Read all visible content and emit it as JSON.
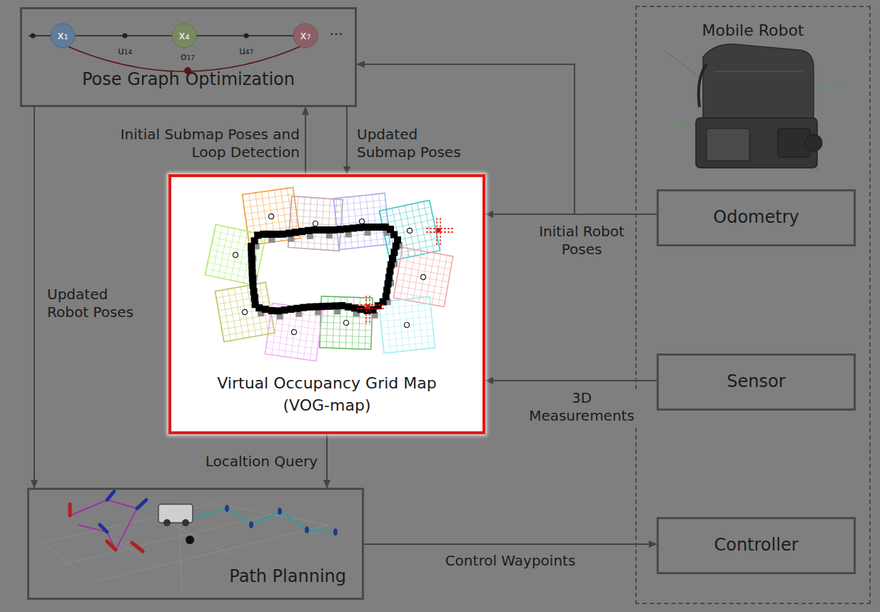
{
  "diagram": {
    "nodes": [
      {
        "text": [
          "Pose Graph Optimization"
        ]
      },
      {
        "text": [
          "Mobile Robot"
        ]
      },
      {
        "text": [
          "Odometry"
        ],
        "in": 1
      },
      {
        "text": [
          "Sensor"
        ],
        "in": 1
      },
      {
        "text": [
          "Controller"
        ],
        "in": 1
      },
      {
        "text": [
          "Virtual Occupancy Grid Map (VOG-map)"
        ]
      },
      {
        "text": [
          "Path Planning"
        ]
      }
    ],
    "edges": [
      {
        "from": 2,
        "to": 5,
        "label": "Initial Robot Poses",
        "arrow": "to"
      },
      {
        "from": 2,
        "to": 0,
        "arrow": "to"
      },
      {
        "from": 3,
        "to": 5,
        "label": "3D Measurements",
        "arrow": "to"
      },
      {
        "from": 5,
        "to": 0,
        "label": "Initial Submap Poses and Loop Detection",
        "arrow": "to"
      },
      {
        "from": 0,
        "to": 5,
        "label": "Updated Submap Poses",
        "arrow": "to"
      },
      {
        "from": 0,
        "to": 6,
        "label": "Updated Robot Poses",
        "arrow": "to"
      },
      {
        "from": 5,
        "to": 6,
        "label": "Localtion Query",
        "arrow": "to"
      },
      {
        "from": 6,
        "to": 4,
        "label": "Control Waypoints",
        "arrow": "to"
      }
    ],
    "labels": [
      "x₁",
      "u₁₄",
      "x₄",
      "u₄₇",
      "x₇",
      "o₁₇",
      "..."
    ]
  }
}
